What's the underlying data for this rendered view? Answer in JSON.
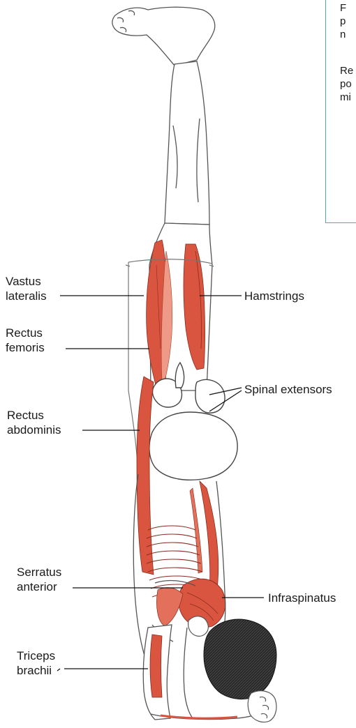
{
  "callout": {
    "paragraph1": [
      "F",
      "p",
      "n"
    ],
    "paragraph2": [
      "Re",
      "po",
      "mi"
    ]
  },
  "labels": {
    "vastus_lateralis": [
      "Vastus",
      "lateralis"
    ],
    "rectus_femoris": [
      "Rectus",
      "femoris"
    ],
    "rectus_abdominis": [
      "Rectus",
      "abdominis"
    ],
    "serratus_anterior": [
      "Serratus",
      "anterior"
    ],
    "triceps_brachii": [
      "Triceps",
      "brachii"
    ],
    "hamstrings": "Hamstrings",
    "spinal_extensors": "Spinal extensors",
    "infraspinatus": "Infraspinatus"
  },
  "colors": {
    "muscle": "#d9553f",
    "muscle_light": "#ef9a86",
    "outline": "#555555",
    "hair": "#1c1c1c",
    "callout_border": "#5aa6a6"
  }
}
